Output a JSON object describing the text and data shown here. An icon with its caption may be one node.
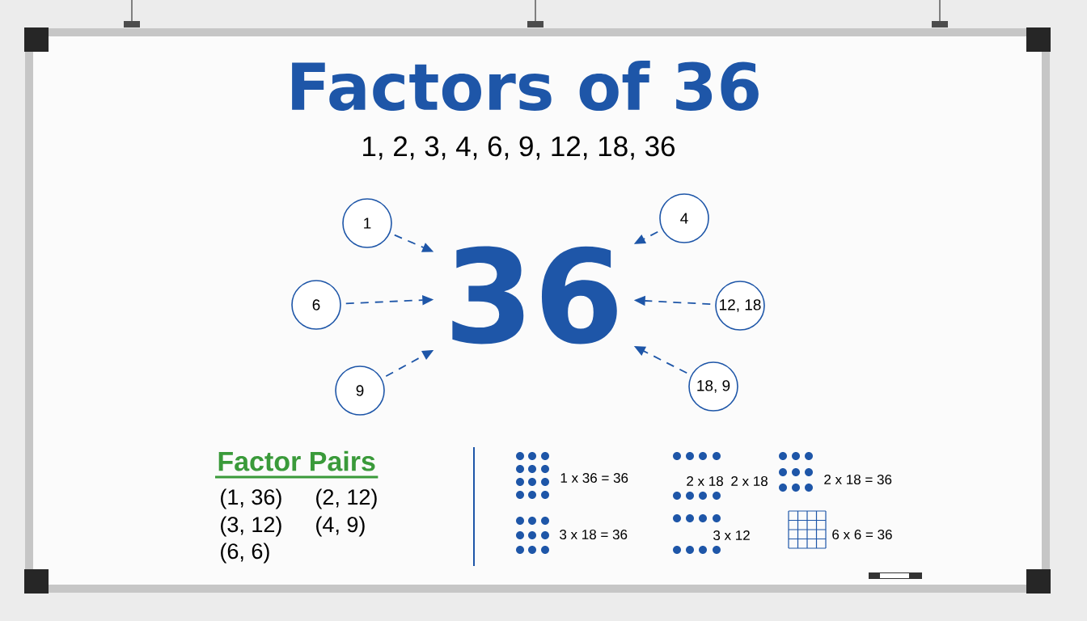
{
  "diagram": {
    "title": "Factors of 36",
    "nodes": [
      {
        "text": [
          "1"
        ]
      },
      {
        "text": [
          "4"
        ]
      },
      {
        "text": [
          "6"
        ]
      },
      {
        "text": [
          "36"
        ]
      },
      {
        "text": [
          "12, 18"
        ]
      },
      {
        "text": [
          "9"
        ]
      },
      {
        "text": [
          "18, 9"
        ]
      }
    ],
    "edges": [
      {
        "from": 0,
        "to": 3,
        "arrow": "to",
        "style": "dashed"
      },
      {
        "from": 1,
        "to": 3,
        "arrow": "to",
        "style": "dashed"
      },
      {
        "from": 2,
        "to": 3,
        "arrow": "to",
        "style": "dashed"
      },
      {
        "from": 4,
        "to": 3,
        "arrow": "to",
        "style": "dashed"
      },
      {
        "from": 5,
        "to": 3,
        "arrow": "to",
        "style": "dashed"
      },
      {
        "from": 6,
        "to": 3,
        "arrow": "to",
        "style": "dashed"
      }
    ],
    "labels": [
      "1, 2, 3, 4, 6, 9, 12, 18, 36",
      "Factor Pairs",
      "(1, 36)",
      "(2, 12)",
      "(3, 12)",
      "(4, 9)",
      "(6, 6)",
      "1 x 36 = 36",
      "2 x 18",
      "2 x 18",
      "2 x 18 = 36",
      "3 x 18 = 36",
      "3 x 12",
      "6 x 6 = 36"
    ]
  }
}
